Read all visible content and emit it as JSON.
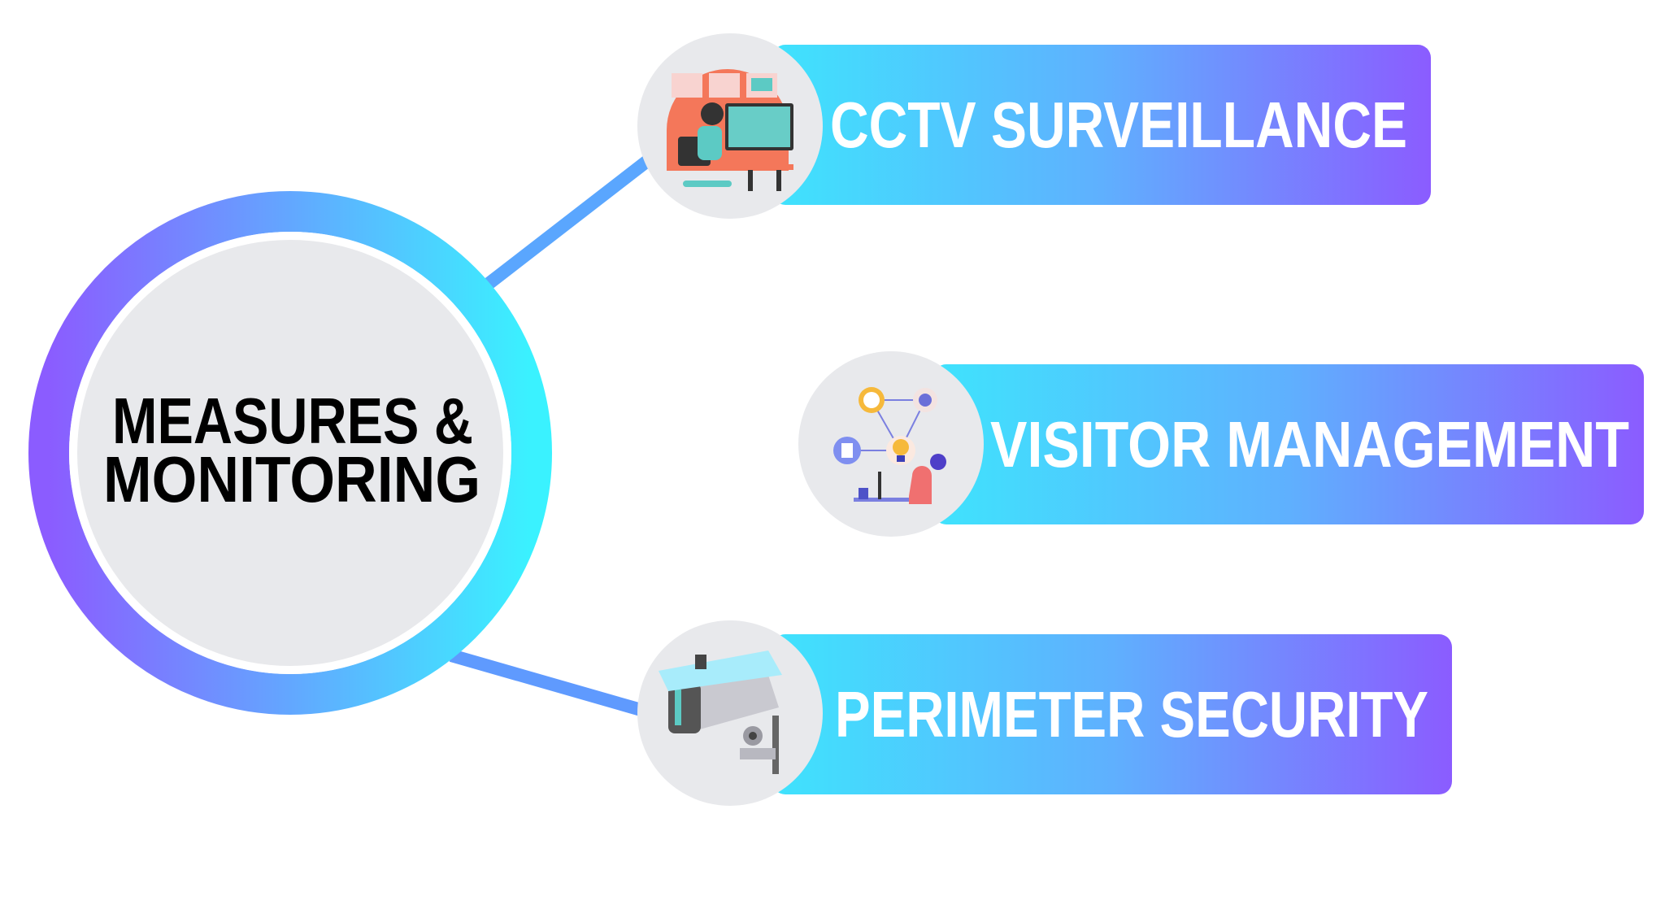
{
  "center": {
    "line1": "MEASURES &",
    "line2": "MONITORING"
  },
  "items": [
    {
      "label": "CCTV SURVEILLANCE",
      "icon": "person-at-monitor-icon"
    },
    {
      "label": "VISITOR MANAGEMENT",
      "icon": "visitor-management-icon"
    },
    {
      "label": "PERIMETER SECURITY",
      "icon": "security-camera-icon"
    }
  ],
  "colors": {
    "cyan": "#3fe3fd",
    "purple": "#8b5cff",
    "disk": "#e8e9ec",
    "text_dark": "#000000",
    "text_light": "#ffffff"
  }
}
